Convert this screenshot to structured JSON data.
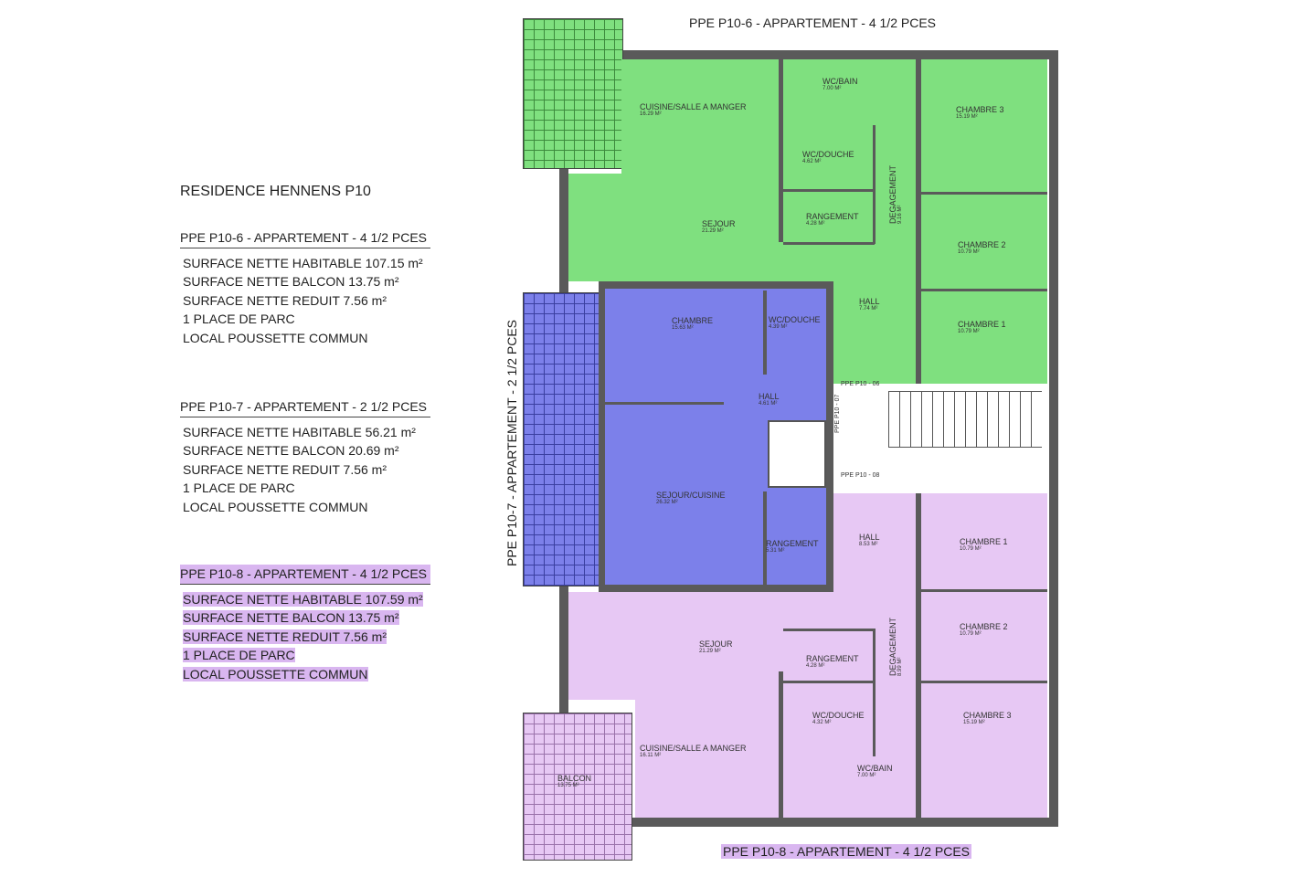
{
  "panel": {
    "title": "RESIDENCE HENNENS P10",
    "units": [
      {
        "heading": "PPE P10-6 - APPARTEMENT - 4 1/2 PCES",
        "lines": [
          "SURFACE  NETTE HABITABLE 107.15 m²",
          "SURFACE  NETTE BALCON 13.75 m²",
          "SURFACE  NETTE REDUIT  7.56 m²",
          "1 PLACE DE PARC",
          "LOCAL POUSSETTE COMMUN"
        ]
      },
      {
        "heading": "PPE P10-7 - APPARTEMENT - 2 1/2 PCES",
        "lines": [
          "SURFACE  NETTE HABITABLE 56.21 m²",
          "SURFACE  NETTE BALCON 20.69 m²",
          "SURFACE  NETTE REDUIT  7.56 m²",
          "1 PLACE DE PARC",
          "LOCAL POUSSETTE COMMUN"
        ]
      },
      {
        "heading": "PPE P10-8 - APPARTEMENT - 4 1/2 PCES",
        "lines": [
          "SURFACE  NETTE HABITABLE 107.59 m²",
          "SURFACE  NETTE BALCON 13.75 m²",
          "SURFACE  NETTE REDUIT  7.56 m²",
          "1 PLACE DE PARC",
          "LOCAL POUSSETTE COMMUN"
        ]
      }
    ]
  },
  "plan": {
    "top_title": "PPE P10-6 - APPARTEMENT - 4 1/2 PCES",
    "side_title": "PPE P10-7 - APPARTEMENT - 2 1/2 PCES",
    "bottom_title": "PPE P10-8 - APPARTEMENT - 4 1/2 PCES",
    "colors": {
      "p10_6": "#7fe07f",
      "p10_7": "#7c80ea",
      "p10_8": "#e7c8f4",
      "wall": "#5a5a5a"
    },
    "stair_labels": [
      "PPE P10 - 06",
      "PPE P10 - 07",
      "PPE P10 - 08"
    ],
    "rooms": [
      {
        "name": "CUISINE/SALLE A MANGER",
        "area": "16.29 M²"
      },
      {
        "name": "WC/BAIN",
        "area": "7.00 M²"
      },
      {
        "name": "CHAMBRE 3",
        "area": "15.19 M²"
      },
      {
        "name": "WC/DOUCHE",
        "area": "4.62 M²"
      },
      {
        "name": "DEGAGEMENT",
        "area": "9.16 M²"
      },
      {
        "name": "RANGEMENT",
        "area": "4.28 M²"
      },
      {
        "name": "SEJOUR",
        "area": "21.29 M²"
      },
      {
        "name": "CHAMBRE 2",
        "area": "10.79 M²"
      },
      {
        "name": "HALL",
        "area": "7.74 M²"
      },
      {
        "name": "CHAMBRE 1",
        "area": "10.79 M²"
      },
      {
        "name": "CHAMBRE",
        "area": "15.63 M²"
      },
      {
        "name": "WC/DOUCHE",
        "area": "4.39 M²"
      },
      {
        "name": "HALL",
        "area": "4.61 M²"
      },
      {
        "name": "SEJOUR/CUISINE",
        "area": "26.32 M²"
      },
      {
        "name": "RANGEMENT",
        "area": "5.31 M²"
      },
      {
        "name": "HALL",
        "area": "8.53 M²"
      },
      {
        "name": "CHAMBRE 1",
        "area": "10.79 M²"
      },
      {
        "name": "CHAMBRE 2",
        "area": "10.79 M²"
      },
      {
        "name": "SEJOUR",
        "area": "21.29 M²"
      },
      {
        "name": "RANGEMENT",
        "area": "4.28 M²"
      },
      {
        "name": "DEGAGEMENT",
        "area": "8.99 M²"
      },
      {
        "name": "WC/DOUCHE",
        "area": "4.32 M²"
      },
      {
        "name": "CHAMBRE 3",
        "area": "15.19 M²"
      },
      {
        "name": "CUISINE/SALLE A MANGER",
        "area": "16.11 M²"
      },
      {
        "name": "WC/BAIN",
        "area": "7.00 M²"
      },
      {
        "name": "BALCON",
        "area": "13.75 M²"
      }
    ]
  }
}
